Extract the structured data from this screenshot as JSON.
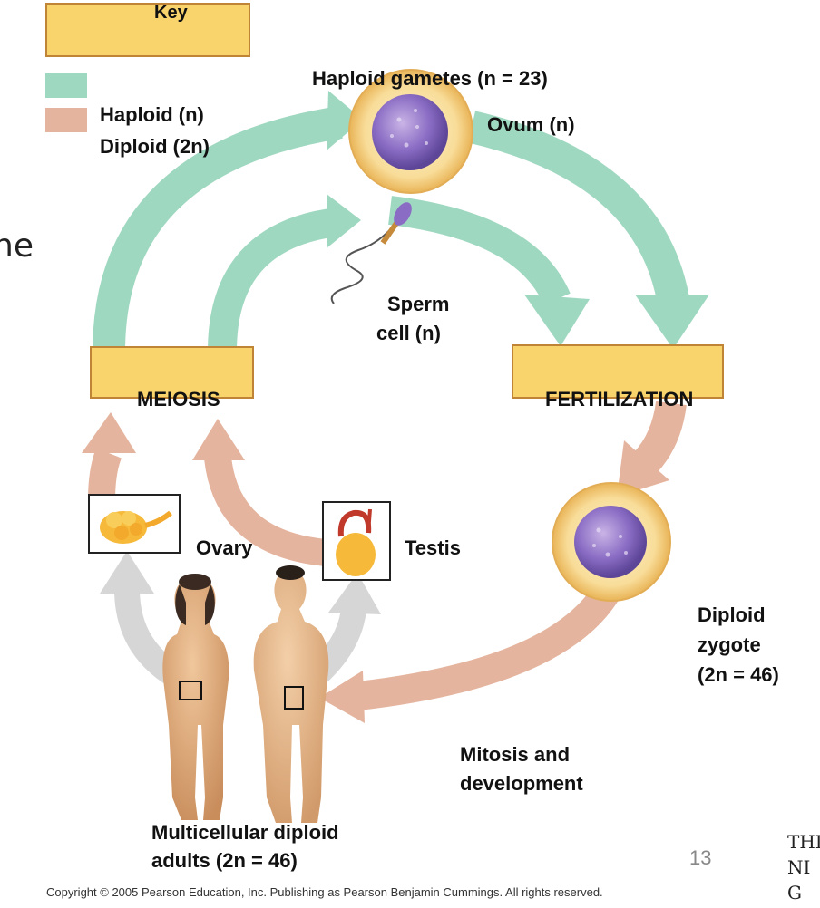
{
  "key": {
    "title": "Key",
    "haploid": "Haploid (n)",
    "diploid": "Diploid (2n)",
    "colors": {
      "haploid": "#9fd8c0",
      "diploid": "#e5b49e"
    }
  },
  "labels": {
    "gametes": "Haploid gametes (n = 23)",
    "ovum": "Ovum (n)",
    "sperm_line1": "Sperm",
    "sperm_line2": "cell (n)",
    "meiosis": "MEIOSIS",
    "fertilization": "FERTILIZATION",
    "ovary": "Ovary",
    "testis": "Testis",
    "zygote_line1": "Diploid",
    "zygote_line2": "zygote",
    "zygote_line3": "(2n = 46)",
    "mitosis_line1": "Mitosis and",
    "mitosis_line2": "development",
    "adults_line1": "Multicellular diploid",
    "adults_line2": "adults (2n = 46)"
  },
  "slide": {
    "page_number": "13",
    "left_fragment": "ne",
    "right_fragment_1": "THI",
    "right_fragment_2": "NI",
    "right_fragment_3": "G",
    "copyright": "Copyright © 2005 Pearson Education, Inc. Publishing as Pearson Benjamin Cummings. All rights reserved."
  }
}
